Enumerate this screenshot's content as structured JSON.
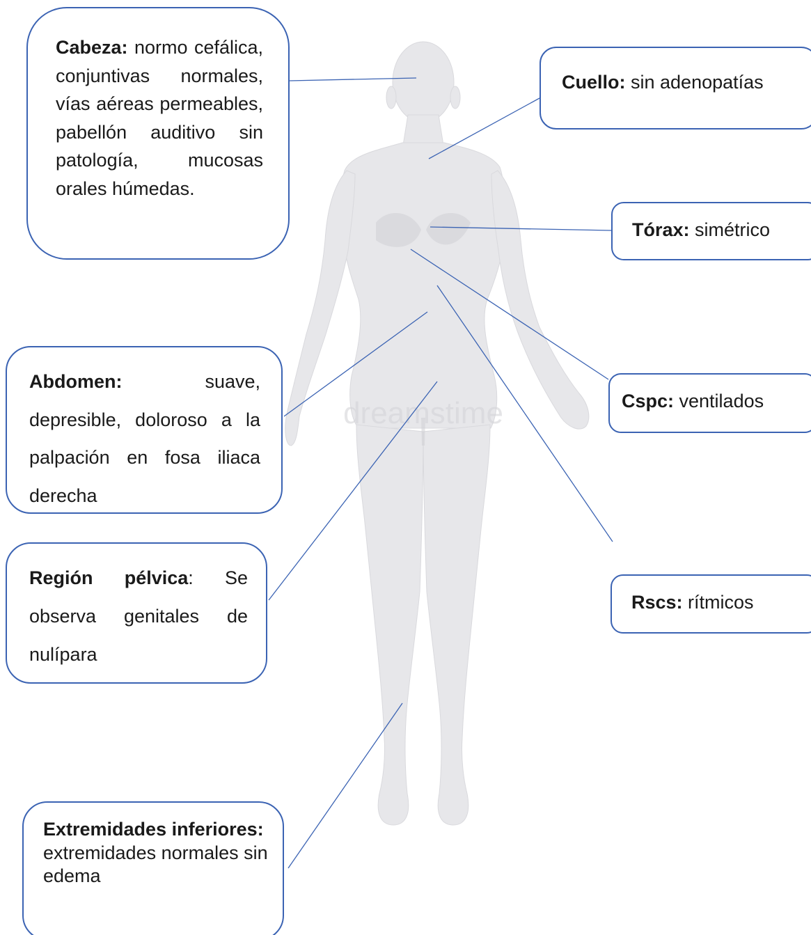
{
  "colors": {
    "connector": "#3b63b3",
    "box_border": "#3b63b3",
    "figure_fill": "#e7e7ea",
    "figure_shade": "#cfd0d4",
    "watermark": "#d4d4d8"
  },
  "figure": {
    "icon": "female-body-front-icon"
  },
  "watermark": {
    "text": "dreamstime"
  },
  "labels": {
    "cabeza": {
      "term": "Cabeza:",
      "text": " normo cefálica, conjuntivas normales, vías aéreas permeables, pabellón auditivo sin patología, mucosas orales húmedas."
    },
    "cuello": {
      "term": "Cuello:",
      "text": " sin adenopatías"
    },
    "torax": {
      "term": "Tórax:",
      "text": " simétrico"
    },
    "cspc": {
      "term": "Cspc:",
      "text": " ventilados"
    },
    "rscs": {
      "term": "Rscs:",
      "text": " rítmicos"
    },
    "abdomen": {
      "term": "Abdomen:",
      "text": " suave, depresible, doloroso a la palpación en fosa iliaca derecha"
    },
    "pelvica": {
      "term": "Región pélvica",
      "text": ": Se observa genitales de nulípara"
    },
    "extremidades": {
      "term": "Extremidades inferiores:",
      "text": " extremidades normales sin edema"
    }
  }
}
